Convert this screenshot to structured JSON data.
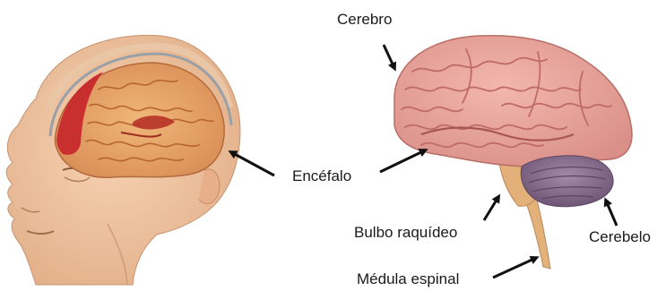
{
  "labels": {
    "cerebro": "Cerebro",
    "encefalo": "Encéfalo",
    "bulbo": "Bulbo raquídeo",
    "cerebelo": "Cerebelo",
    "medula": "Médula espinal"
  },
  "colors": {
    "skin": "#f2c6a0",
    "skin_shadow": "#d9a27a",
    "brain_left": "#e8a86a",
    "brain_right": "#e9a9a2",
    "brain_fold": "#c46f6a",
    "bleed": "#c8242a",
    "cerebellum": "#8a6f8f",
    "brainstem": "#e2b27a",
    "arrow": "#111111"
  }
}
